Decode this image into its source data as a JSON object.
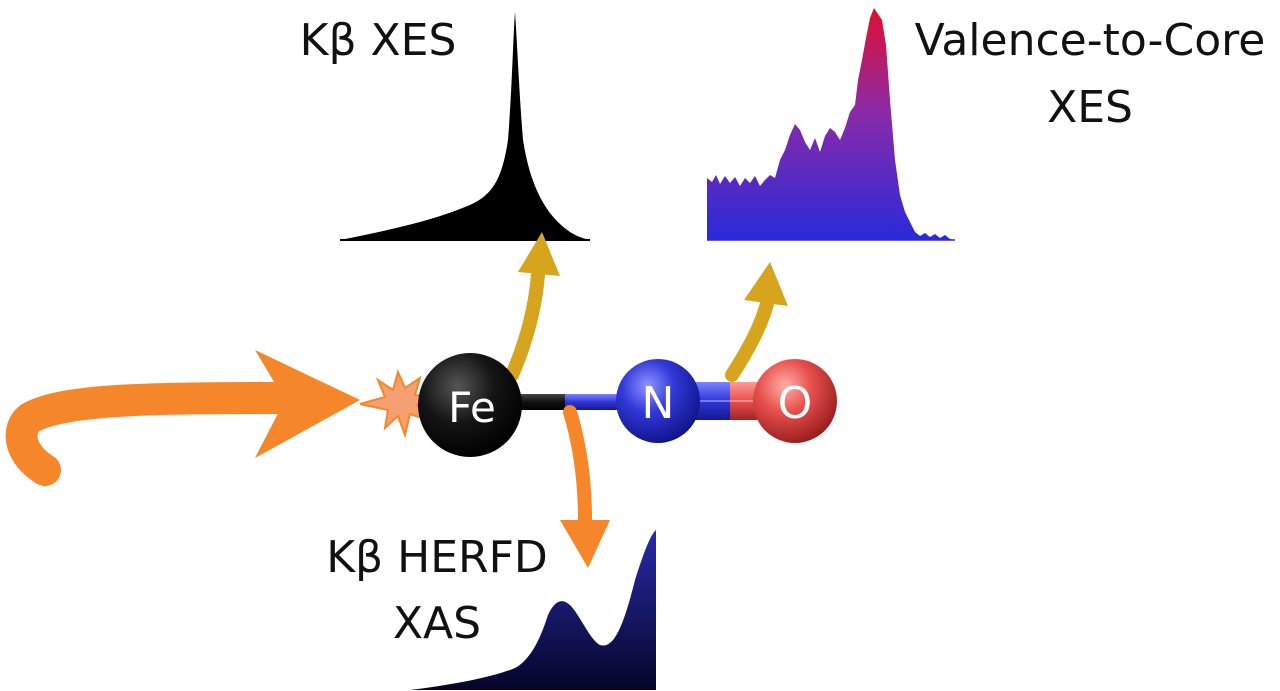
{
  "labels": {
    "kbeta_xes": "Kβ XES",
    "vtc_line1": "Valence-to-Core",
    "vtc_line2": "XES",
    "herfd_line1": "Kβ HERFD",
    "herfd_line2": "XAS"
  },
  "atoms": {
    "fe": "Fe",
    "n": "N",
    "o": "O"
  },
  "colors": {
    "orange": "#f5862a",
    "gold": "#d7a41e",
    "fe": "#111111",
    "n": "#2f36d6",
    "o": "#e8504e",
    "herfd_fill": "#15157a",
    "vtc_top": "#e01030",
    "vtc_bottom": "#2a2ad8"
  }
}
